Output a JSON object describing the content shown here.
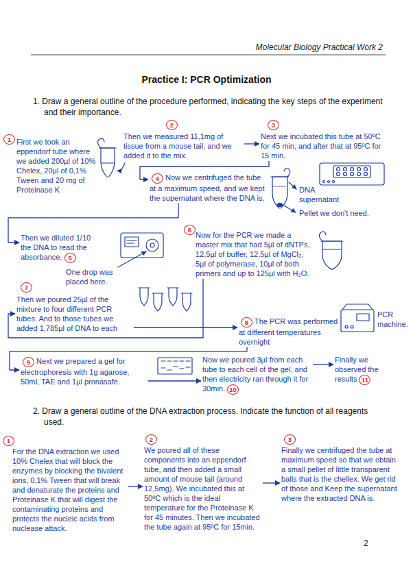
{
  "diagram": {
    "title": "Practice I: PCR Optimization",
    "nodes": [
      {
        "text": [
          "1",
          "First we took an eppendorf tube where we added 200µl of 10% Chelex, 20µl of 0,1% Tween and 20 mg of Proteinase K"
        ]
      },
      {
        "text": [
          "2",
          "Then we measured 11,1mg of tissue from a mouse tail, and we added it to the mix."
        ]
      },
      {
        "text": [
          "3",
          "Next we incubated this tube at 50ºC for 45 min, and after that at 95ºC for 15 min."
        ]
      },
      {
        "text": [
          "4",
          "Now we centrifuged the tube at a maximum speed, and we kept the supernatant where the DNA is."
        ]
      },
      {
        "text": [
          "Then we diluted 1/10 the DNA to read the absorbance.",
          "5"
        ]
      },
      {
        "text": [
          "6",
          "Now for the PCR we made a master mix that had 5µl of dNTPs, 12,5µl of buffer, 12,5µl of MgCl₂, 5µl of polymerase, 10µl of both primers and up to 125µl with H₂O."
        ]
      },
      {
        "text": [
          "7",
          "Then we poured 25µl of the mixture to four different PCR tubes. And to those tubes we added 1,785µl of DNA to each"
        ]
      },
      {
        "text": [
          "8",
          "The PCR was performed at different temperatures overnight"
        ]
      },
      {
        "text": [
          "9",
          "Next we prepared a gel for electrophoresis with 1g agarose, 50mL TAE and 1µl pronasafe."
        ]
      },
      {
        "text": [
          "Now we poured 3µl from each tube to each cell of the gel, and then electricity ran through it for 30min.",
          "10"
        ]
      },
      {
        "text": [
          "Finally we observed the results",
          "11"
        ]
      },
      {
        "text": [
          "1",
          "For the DNA extraction we used 10% Chelex that will block the enzymes by blocking the bivalent ions, 0,1% Tween that will break and denaturate the proteins and Proteinase K that will digest the contaminating proteins and protects the nucleic acids from nuclease attack."
        ]
      },
      {
        "text": [
          "2",
          "We poured all of these components into an eppendorf tube, and then added a small amount of mouse tail (around 12,5mg). We incubated this at 50ºC which is the ideal temperature for the Proteinase K for 45 minutes. Then we incubated the tube again at 95ºC for 15min."
        ]
      },
      {
        "text": [
          "3",
          "Finally we centrifuged the tube at maximum speed so that we obtain a small pellet of little transparent balls that is the chellex. We get rid of those and Keep the supernatant where the extracted DNA is."
        ]
      }
    ],
    "edges": [
      {
        "from": 1,
        "to": 2,
        "arrow": "to"
      },
      {
        "from": 2,
        "to": 3,
        "arrow": "to"
      },
      {
        "from": 3,
        "to": 4,
        "arrow": "to"
      },
      {
        "from": 5,
        "to": 6,
        "arrow": "to"
      },
      {
        "from": 6,
        "to": 7,
        "arrow": "to"
      },
      {
        "from": 7,
        "to": 8,
        "arrow": "to"
      },
      {
        "from": 8,
        "to": 9,
        "arrow": "to"
      },
      {
        "from": 9,
        "to": 10,
        "arrow": "to"
      },
      {
        "from": 11,
        "to": 12,
        "arrow": "to"
      },
      {
        "from": 12,
        "to": 13,
        "arrow": "to"
      }
    ],
    "labels": [
      "Molecular Biology Practical Work 2",
      "1. Draw a general outline of the procedure performed, indicating the key steps of the experiment and their importance.",
      "DNA supernatant",
      "Pellet we don't need.",
      "One drop was placed here.",
      "PCR machine.",
      "2. Draw a general outline of the DNA extraction process. Indicate the function of all reagents used.",
      "2"
    ]
  }
}
